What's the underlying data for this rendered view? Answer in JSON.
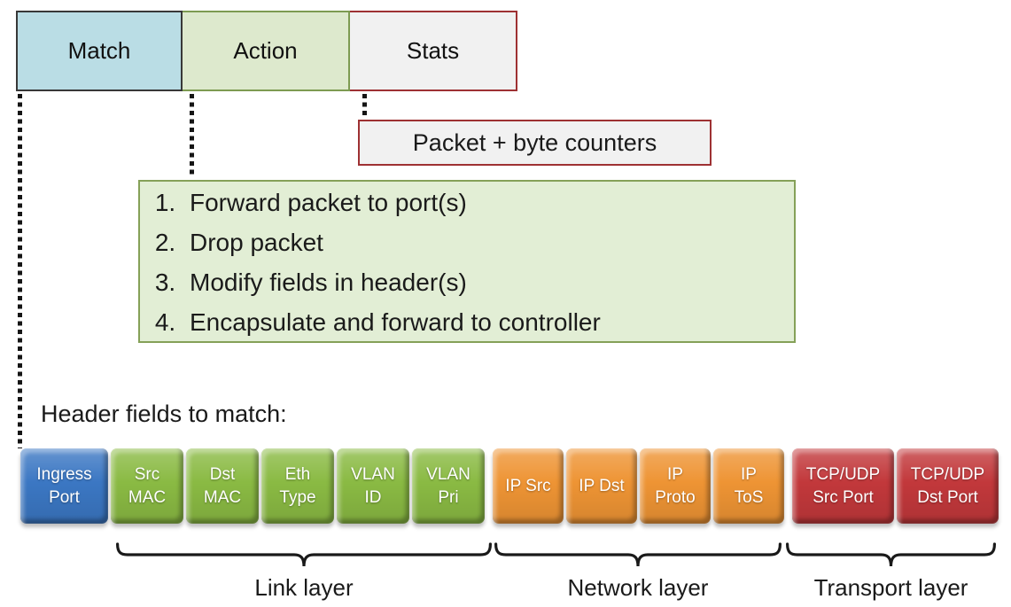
{
  "flow_entry": {
    "columns": [
      {
        "label": "Match"
      },
      {
        "label": "Action"
      },
      {
        "label": "Stats"
      }
    ]
  },
  "stats_detail": {
    "label": "Packet + byte counters"
  },
  "action_detail": {
    "items": [
      "Forward packet to port(s)",
      "Drop packet",
      "Modify fields in header(s)",
      "Encapsulate and forward to controller"
    ]
  },
  "match_detail": {
    "title": "Header fields to match:",
    "fields": [
      {
        "name": "Ingress Port",
        "lines": [
          "Ingress",
          "Port"
        ],
        "layer": "ingress"
      },
      {
        "name": "Src MAC",
        "lines": [
          "Src",
          "MAC"
        ],
        "layer": "link"
      },
      {
        "name": "Dst MAC",
        "lines": [
          "Dst",
          "MAC"
        ],
        "layer": "link"
      },
      {
        "name": "Eth Type",
        "lines": [
          "Eth",
          "Type"
        ],
        "layer": "link"
      },
      {
        "name": "VLAN ID",
        "lines": [
          "VLAN",
          "ID"
        ],
        "layer": "link"
      },
      {
        "name": "VLAN Pri",
        "lines": [
          "VLAN",
          "Pri"
        ],
        "layer": "link"
      },
      {
        "name": "IP Src",
        "lines": [
          "IP Src"
        ],
        "layer": "network"
      },
      {
        "name": "IP Dst",
        "lines": [
          "IP Dst"
        ],
        "layer": "network"
      },
      {
        "name": "IP Proto",
        "lines": [
          "IP",
          "Proto"
        ],
        "layer": "network"
      },
      {
        "name": "IP ToS",
        "lines": [
          "IP",
          "ToS"
        ],
        "layer": "network"
      },
      {
        "name": "TCP/UDP Src Port",
        "lines": [
          "TCP/UDP",
          "Src Port"
        ],
        "layer": "transport"
      },
      {
        "name": "TCP/UDP Dst Port",
        "lines": [
          "TCP/UDP",
          "Dst Port"
        ],
        "layer": "transport"
      }
    ]
  },
  "layer_groups": [
    {
      "label": "Link layer"
    },
    {
      "label": "Network layer"
    },
    {
      "label": "Transport layer"
    }
  ],
  "colors": {
    "match_fill": "#badde5",
    "match_border": "#383838",
    "action_fill": "#dde9cd",
    "action_border": "#7d9b52",
    "stats_fill": "#f1f1f1",
    "stats_border": "#9e3133",
    "action_list_fill": "#e2eed5",
    "action_list_border": "#85a158",
    "ingress_field": "#3b77c3",
    "link_field": "#8aba43",
    "network_field": "#ee9434",
    "transport_field": "#c2383b"
  }
}
